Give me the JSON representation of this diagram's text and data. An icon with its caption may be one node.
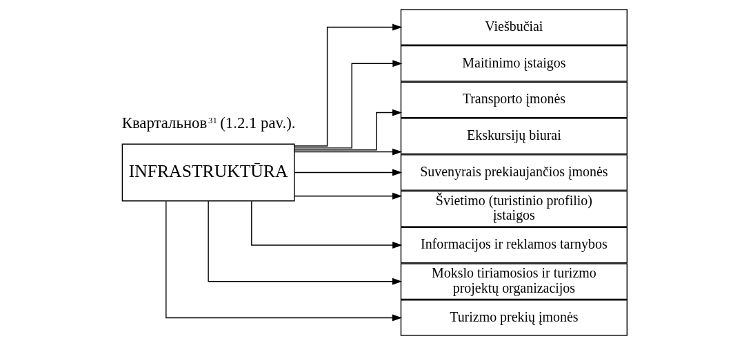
{
  "diagram": {
    "nodes": [
      {
        "text": [
          "INFRASTRUKTŪRA"
        ]
      },
      {
        "text": [
          "Viešbučiai"
        ]
      },
      {
        "text": [
          "Maitinimo įstaigos"
        ]
      },
      {
        "text": [
          "Transporto įmonės"
        ]
      },
      {
        "text": [
          "Ekskursijų biurai"
        ]
      },
      {
        "text": [
          "Suvenyrais prekiaujančios įmonės"
        ]
      },
      {
        "text": [
          "Švietimo (turistinio profilio) įstaigos"
        ]
      },
      {
        "text": [
          "Informacijos ir reklamos tarnybos"
        ]
      },
      {
        "text": [
          "Mokslo tiriamosios ir turizmo projektų organizacijos"
        ]
      },
      {
        "text": [
          "Turizmo prekių įmonės"
        ]
      }
    ],
    "edges": [
      {
        "from": 0,
        "to": 1,
        "arrow": "to"
      },
      {
        "from": 0,
        "to": 2,
        "arrow": "to"
      },
      {
        "from": 0,
        "to": 3,
        "arrow": "to"
      },
      {
        "from": 0,
        "to": 4,
        "arrow": "to"
      },
      {
        "from": 0,
        "to": 5,
        "arrow": "to"
      },
      {
        "from": 0,
        "to": 6,
        "arrow": "to"
      },
      {
        "from": 0,
        "to": 7,
        "arrow": "to"
      },
      {
        "from": 0,
        "to": 8,
        "arrow": "to"
      },
      {
        "from": 0,
        "to": 9,
        "arrow": "to"
      }
    ],
    "labels": [
      "Квартальнов$^{31}$ (1.2.1 pav.)."
    ]
  }
}
